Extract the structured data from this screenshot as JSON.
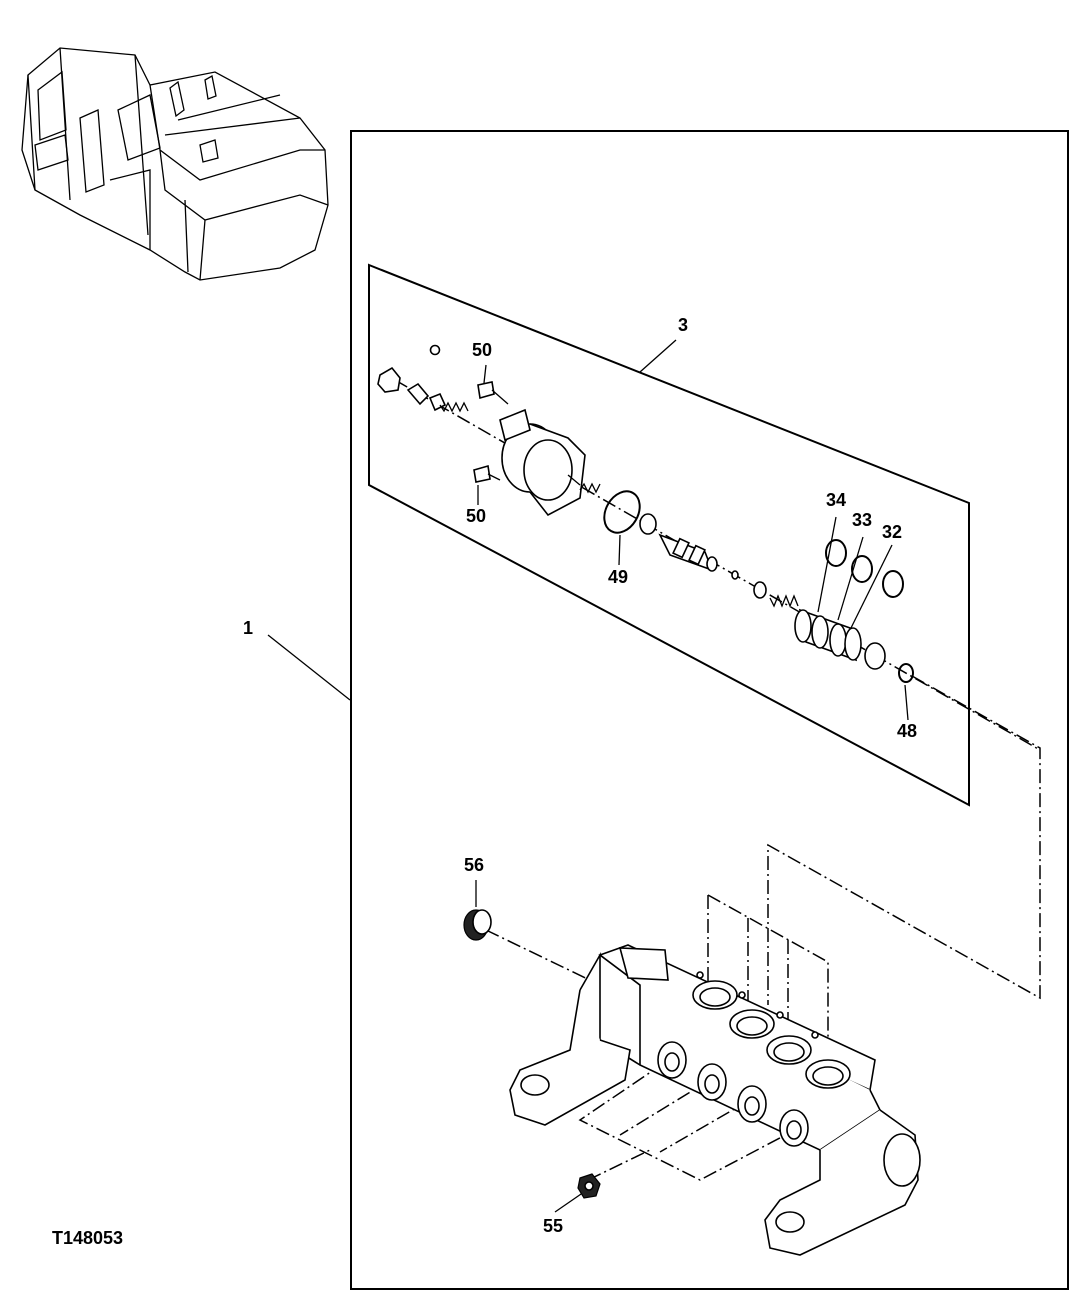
{
  "figure_id": "T148053",
  "callouts": {
    "c1": "1",
    "c3": "3",
    "c50a": "50",
    "c50b": "50",
    "c49": "49",
    "c34": "34",
    "c33": "33",
    "c32": "32",
    "c48": "48",
    "c56": "56",
    "c55": "55"
  }
}
